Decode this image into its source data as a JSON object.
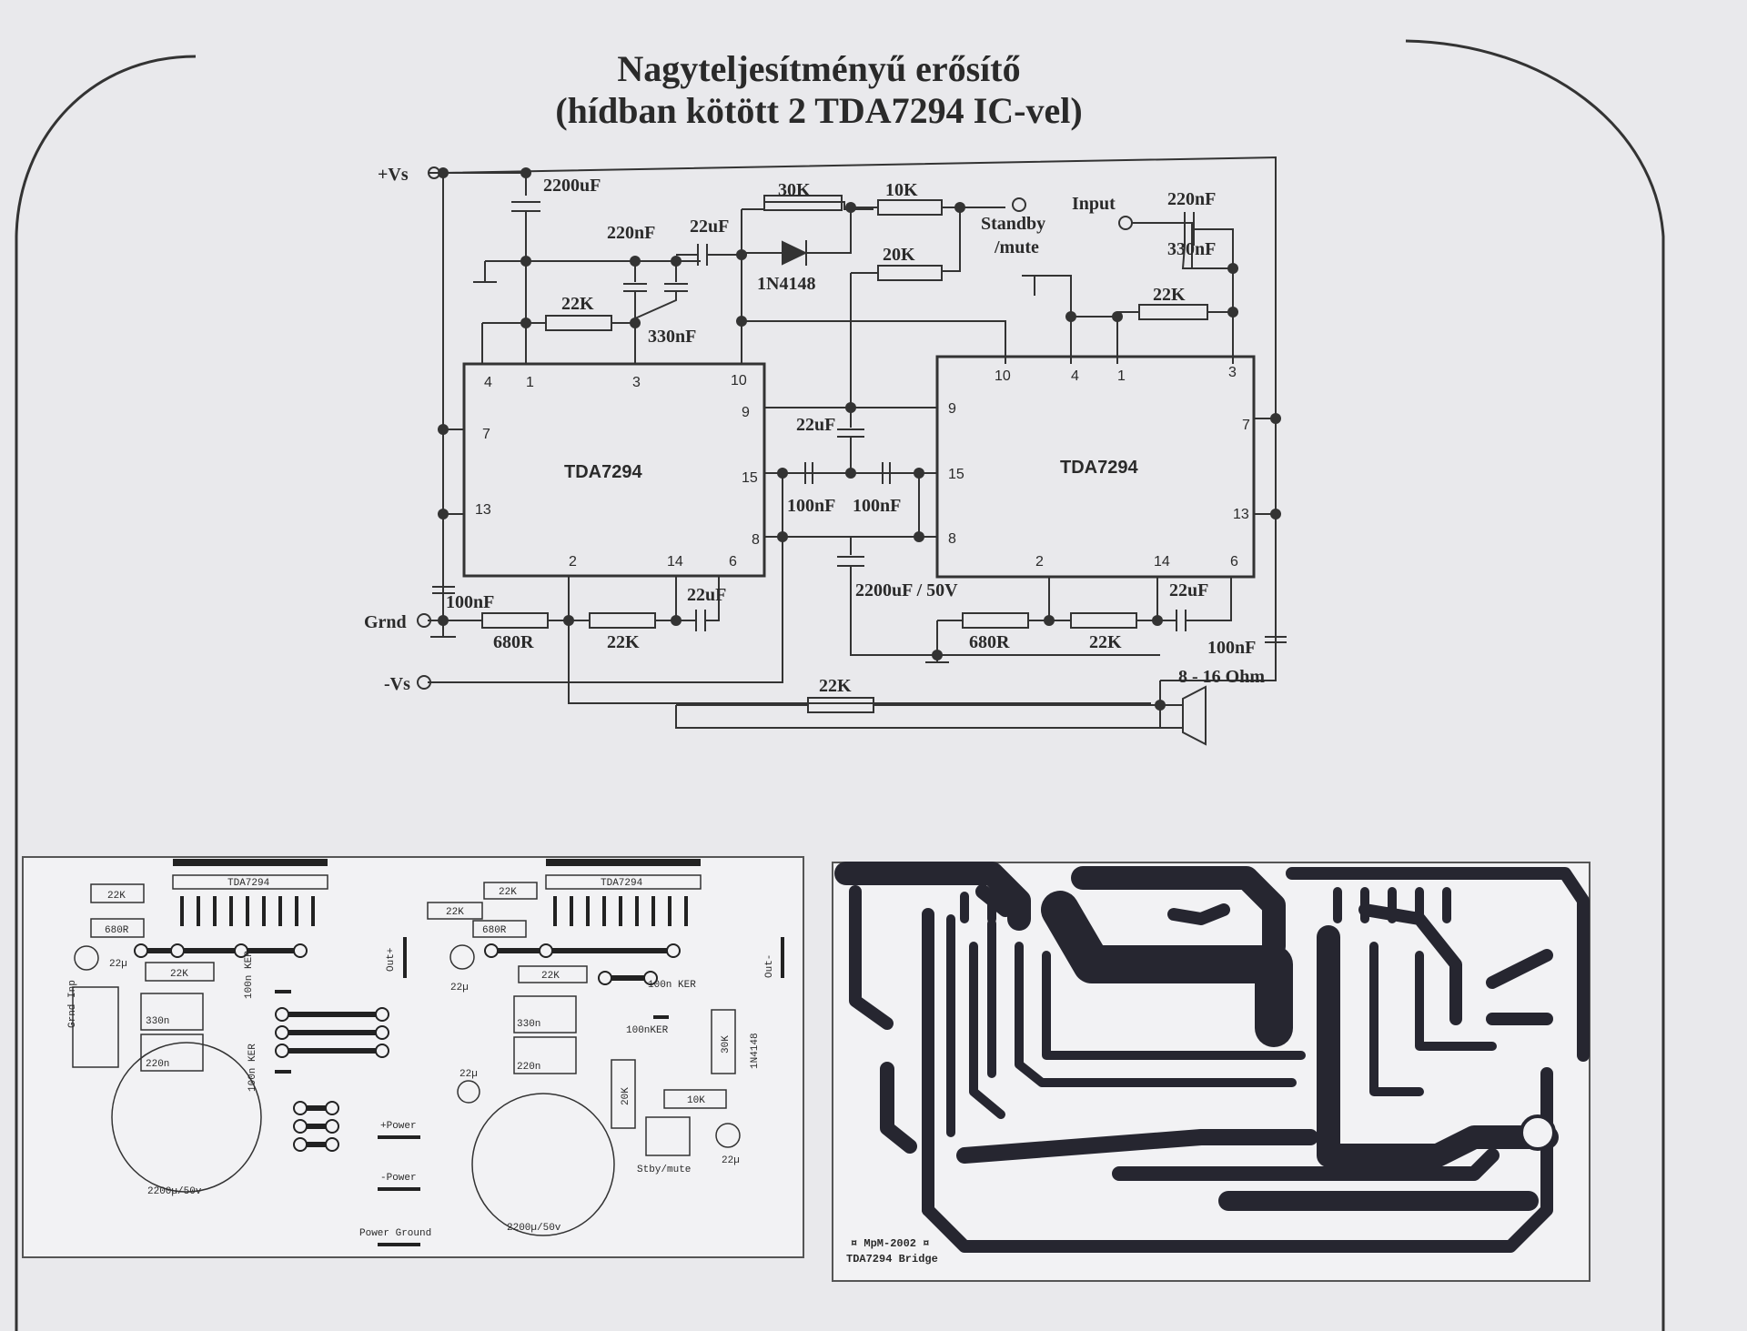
{
  "title": {
    "line1": "Nagyteljesítményű erősítő",
    "line2": "(hídban kötött 2 TDA7294 IC-vel)"
  },
  "schematic": {
    "rails": {
      "vplus": "+Vs",
      "gnd": "Grnd",
      "vminus": "-Vs"
    },
    "ics": [
      {
        "name": "TDA7294",
        "pins": [
          "4",
          "1",
          "3",
          "10",
          "9",
          "7",
          "13",
          "15",
          "8",
          "2",
          "14",
          "6"
        ]
      },
      {
        "name": "TDA7294",
        "pins": [
          "10",
          "4",
          "1",
          "3",
          "9",
          "7",
          "15",
          "13",
          "8",
          "2",
          "14",
          "6"
        ]
      }
    ],
    "components": {
      "c_2200_top": "2200uF",
      "c_220_left": "220nF",
      "c_22_left": "22uF",
      "r_22k_left": "22K",
      "c_330_left": "330nF",
      "r_30k": "30K",
      "d_1n4148": "1N4148",
      "r_10k": "10K",
      "r_20k": "20K",
      "standby": "Standby",
      "mute": "/mute",
      "input": "Input",
      "c_220_right": "220nF",
      "c_330_right": "330nF",
      "r_22k_right": "22K",
      "c_22_mid": "22uF",
      "c_100_mid1": "100nF",
      "c_100_mid2": "100nF",
      "c_2200_mid": "2200uF / 50V",
      "c_100_left_bot": "100nF",
      "r_680_left": "680R",
      "r_22k_left_bot": "22K",
      "c_22_left_bot": "22uF",
      "r_680_right": "680R",
      "r_22k_right_bot": "22K",
      "c_22_right_bot": "22uF",
      "c_100_right_bot": "100nF",
      "r_22k_feedback": "22K",
      "speaker": "8 - 16 Ohm"
    }
  },
  "layout_board": {
    "ic_left": "TDA7294",
    "ic_right": "TDA7294",
    "labels": {
      "r1": "22K",
      "r2": "680R",
      "c1": "22µ",
      "r3": "22K",
      "c330": "330n",
      "c220": "220n",
      "inp": "Grnd Inp",
      "kerA": "100n KER",
      "kerB": "100n KER",
      "big_left": "2200µ/50v",
      "out_left": "Out+",
      "power_plus": "+Power",
      "power_minus": "-Power",
      "power_gnd": "Power Ground",
      "r4": "22K",
      "r5": "22K",
      "r6": "680R",
      "c2": "22µ",
      "r7": "22K",
      "c330b": "330n",
      "c220b": "220n",
      "c3": "22µ",
      "big_right": "2200µ/50v",
      "kerC": "100n KER",
      "kerD": "100nKER",
      "r8": "20K",
      "r9": "30K",
      "d1": "1N4148",
      "r10": "10K",
      "c4": "22µ",
      "stby": "Stby/mute",
      "out_right": "Out-"
    }
  },
  "pcb": {
    "credit1": "¤ MpM-2002 ¤",
    "credit2": "TDA7294 Bridge"
  }
}
